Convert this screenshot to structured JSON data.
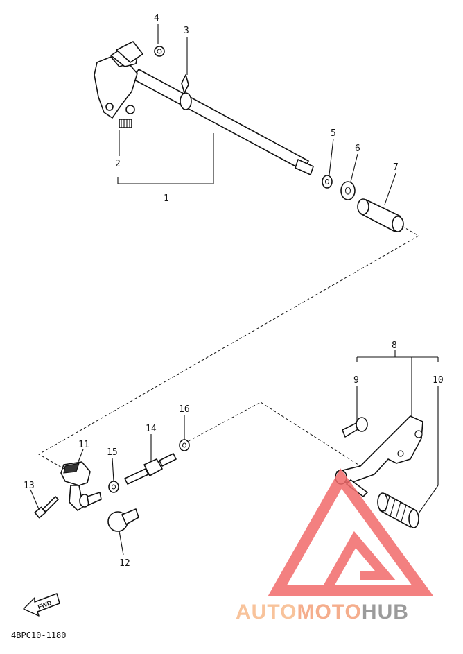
{
  "callouts": {
    "c1": "1",
    "c2": "2",
    "c3": "3",
    "c4": "4",
    "c5": "5",
    "c6": "6",
    "c7": "7",
    "c8": "8",
    "c9": "9",
    "c10": "10",
    "c11": "11",
    "c12": "12",
    "c13": "13",
    "c14": "14",
    "c15": "15",
    "c16": "16"
  },
  "fwd_label": "FWD",
  "diagram_code": "4BPC10-1180",
  "watermark": {
    "part1": "AUTO",
    "part2": "MOTO",
    "part3": "HUB",
    "color_light": "#f7b98a",
    "color_mid": "#f4a07a",
    "color_dark": "#8a8a8a",
    "triangle_color": "#f26b6b"
  }
}
